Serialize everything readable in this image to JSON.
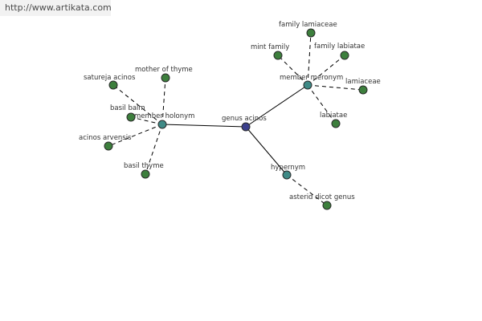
{
  "watermark": "http://www.artikata.com",
  "colors": {
    "center_node": "#3b3f8c",
    "hub_node": "#3f8a86",
    "leaf_node": "#3d7f3d",
    "node_stroke": "#2a2a2a",
    "edge": "#000000"
  },
  "nodes": {
    "genus_acinos": "genus acinos",
    "member_holonym": "member holonym",
    "member_meronym": "member meronym",
    "hypernym": "hypernym",
    "satureja_acinos": "satureja acinos",
    "mother_of_thyme": "mother of thyme",
    "basil_balm": "basil balm",
    "acinos_arvensis": "acinos arvensis",
    "basil_thyme": "basil thyme",
    "family_lamiaceae": "family lamiaceae",
    "mint_family": "mint family",
    "family_labiatae": "family labiatae",
    "lamiaceae": "lamiaceae",
    "labiatae": "labiatae",
    "asterid_dicot_genus": "asterid dicot genus"
  }
}
